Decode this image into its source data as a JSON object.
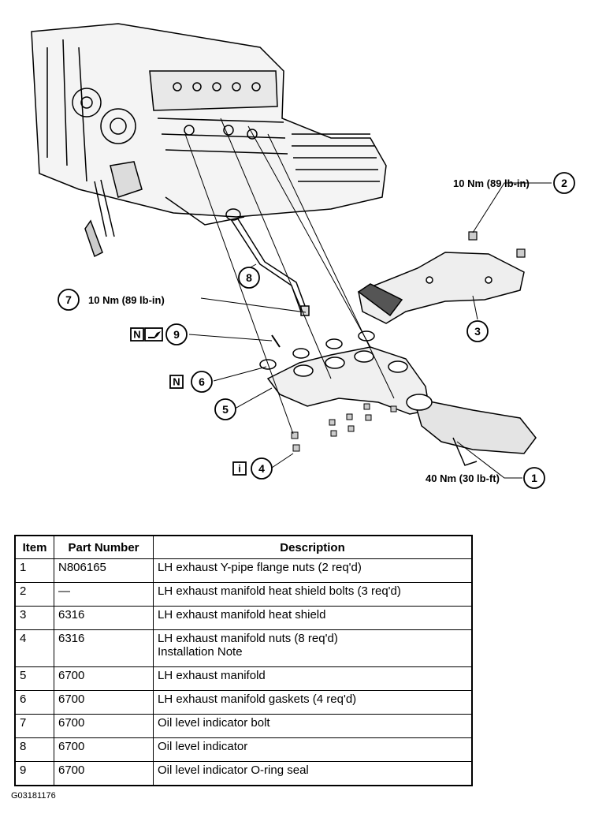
{
  "callouts": {
    "c1": {
      "num": "1",
      "torque": "40 Nm (30 lb-ft)"
    },
    "c2": {
      "num": "2",
      "torque": "10 Nm (89 lb-in)"
    },
    "c3": {
      "num": "3"
    },
    "c4": {
      "num": "4",
      "box": "i"
    },
    "c5": {
      "num": "5"
    },
    "c6": {
      "num": "6",
      "box": "N"
    },
    "c7": {
      "num": "7",
      "torque": "10 Nm (89 lb-in)"
    },
    "c8": {
      "num": "8"
    },
    "c9": {
      "num": "9",
      "box": "N"
    }
  },
  "table": {
    "headers": [
      "Item",
      "Part Number",
      "Description"
    ],
    "rows": [
      {
        "item": "1",
        "part": "N806165",
        "desc": "LH exhaust Y-pipe flange nuts (2 req'd)",
        "note": ""
      },
      {
        "item": "2",
        "part": "—",
        "desc": "LH exhaust manifold heat shield bolts (3 req'd)",
        "note": ""
      },
      {
        "item": "3",
        "part": "6316",
        "desc": "LH exhaust manifold heat shield",
        "note": ""
      },
      {
        "item": "4",
        "part": "6316",
        "desc": "LH exhaust manifold nuts (8 req'd)",
        "note": "Installation Note"
      },
      {
        "item": "5",
        "part": "6700",
        "desc": "LH exhaust manifold",
        "note": ""
      },
      {
        "item": "6",
        "part": "6700",
        "desc": "LH exhaust manifold gaskets (4 req'd)",
        "note": ""
      },
      {
        "item": "7",
        "part": "6700",
        "desc": "Oil level indicator bolt",
        "note": ""
      },
      {
        "item": "8",
        "part": "6700",
        "desc": "Oil level indicator",
        "note": ""
      },
      {
        "item": "9",
        "part": "6700",
        "desc": "Oil level indicator O-ring seal",
        "note": ""
      }
    ]
  },
  "figure_code": "G03181176"
}
